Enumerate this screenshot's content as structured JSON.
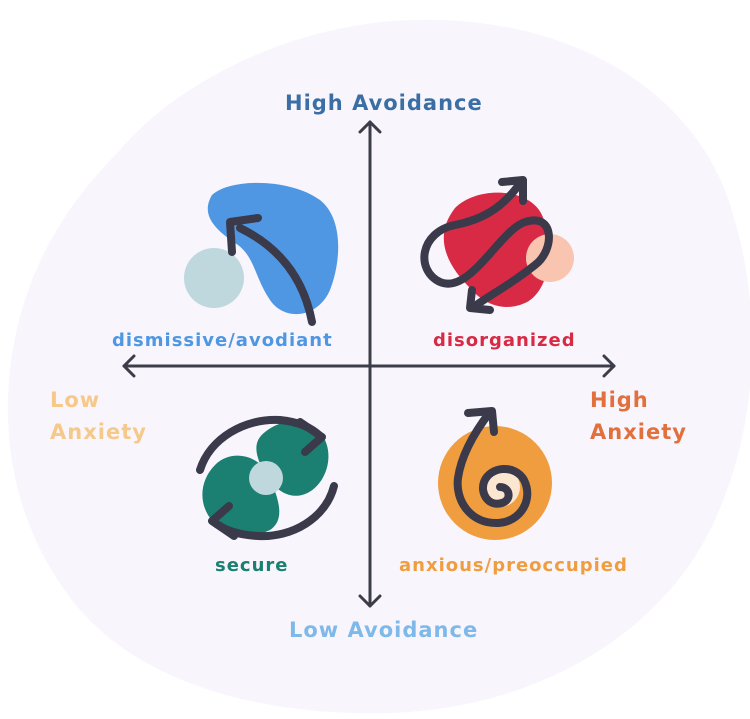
{
  "axes": {
    "top": "High Avoidance",
    "bottom": "Low Avoidance",
    "left": [
      "Low",
      "Anxiety"
    ],
    "right": [
      "High",
      "Anxiety"
    ]
  },
  "quadrants": {
    "top_left": "dismissive/avodiant",
    "top_right": "disorganized",
    "bottom_left": "secure",
    "bottom_right": "anxious/preoccupied"
  },
  "colors": {
    "background_blob": "#f8f6fc",
    "axis": "#3d3d4a",
    "icon_stroke": "#3a3a4a",
    "high_avoidance": "#3b6ea5",
    "low_avoidance": "#7fb9ea",
    "low_anxiety": "#f6c88a",
    "high_anxiety": "#e1703d",
    "dismissive": "#4f97e2",
    "disorganized": "#d92a45",
    "secure": "#1b7f72",
    "anxious": "#f09d3f",
    "soft_blue_grey": "#bfd8de",
    "soft_peach": "#f9c4b0",
    "soft_cream": "#fbe7cf"
  },
  "icons": {
    "top_left": "blob-with-curved-arrow",
    "top_right": "tangled-loop-arrow",
    "bottom_left": "circular-cycle-arrows",
    "bottom_right": "spiral-arrow"
  }
}
